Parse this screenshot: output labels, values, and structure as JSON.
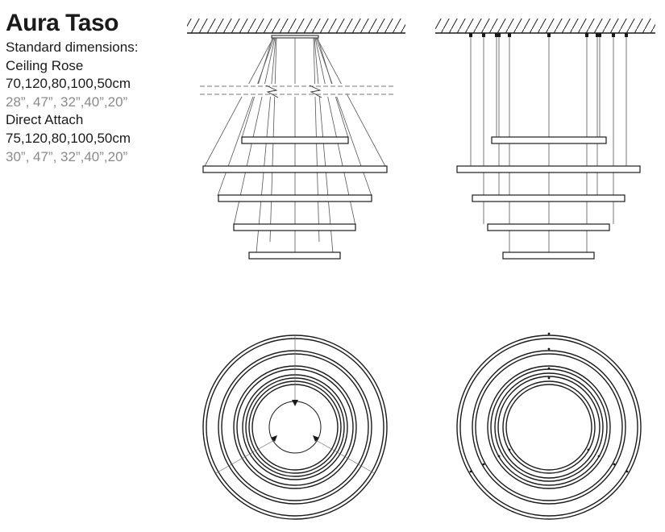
{
  "product": {
    "title": "Aura Taso",
    "standard_label": "Standard dimensions:",
    "ceiling_rose": {
      "label": "Ceiling Rose",
      "cm": "70,120,80,100,50cm",
      "inch": "28”, 47”, 32”,40”,20”"
    },
    "direct_attach": {
      "label": "Direct Attach",
      "cm": "75,120,80,100,50cm",
      "inch": "30”, 47”, 32”,40”,20”"
    }
  },
  "colors": {
    "ink": "#1a1a1a",
    "secondary_text": "#8a8a8a",
    "wire": "#555555"
  }
}
